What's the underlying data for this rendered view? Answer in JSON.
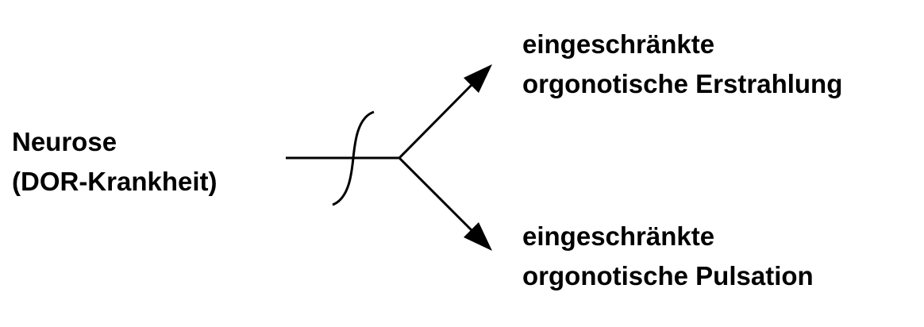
{
  "source": {
    "line1": "Neurose",
    "line2": "(DOR-Krankheit)"
  },
  "targets": [
    {
      "line1": "eingeschränkte",
      "line2": "orgonotische Erstrahlung"
    },
    {
      "line1": "eingeschränkte",
      "line2": "orgonotische Pulsation"
    }
  ],
  "colors": {
    "stroke": "#000000",
    "background": "#ffffff"
  }
}
